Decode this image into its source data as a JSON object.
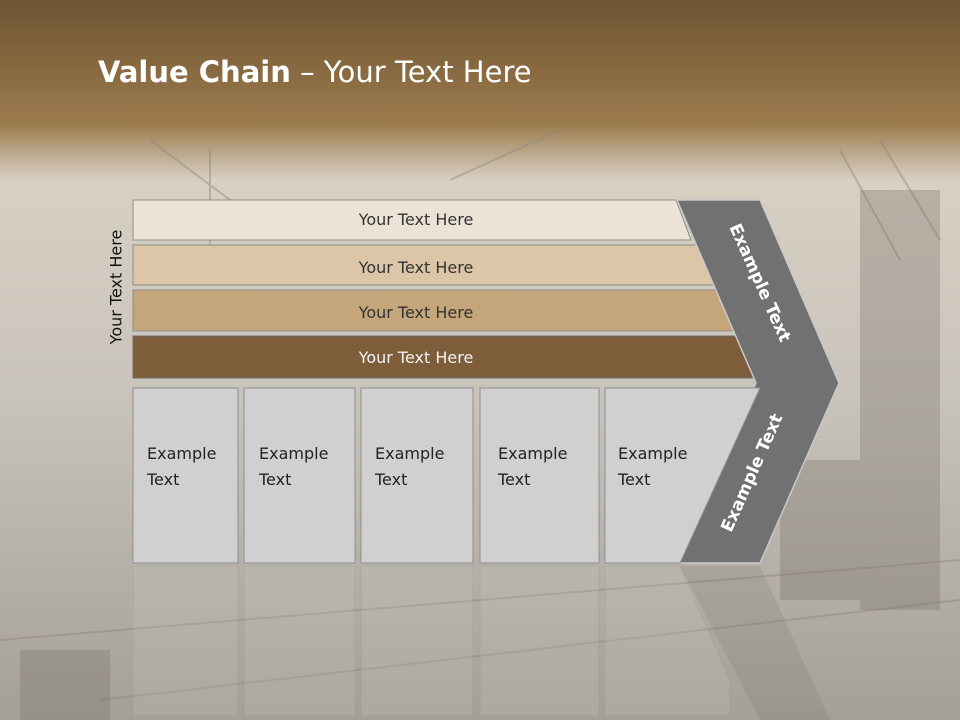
{
  "slide": {
    "title_bold": "Value Chain",
    "title_rest": " – Your Text Here",
    "side_label": "Your Text Here"
  },
  "rows": [
    {
      "label": "Your Text Here",
      "color": "#ece3d6"
    },
    {
      "label": "Your Text Here",
      "color": "#dcc6a7"
    },
    {
      "label": "Your Text Here",
      "color": "#c4a67a"
    },
    {
      "label": "Your Text Here",
      "color": "#7e5e3a"
    }
  ],
  "columns": [
    {
      "line1": "Example",
      "line2": "Text"
    },
    {
      "line1": "Example",
      "line2": "Text"
    },
    {
      "line1": "Example",
      "line2": "Text"
    },
    {
      "line1": "Example",
      "line2": "Text"
    },
    {
      "line1": "Example",
      "line2": "Text"
    }
  ],
  "chevron": {
    "top_label": "Example Text",
    "bottom_label": "Example Text",
    "color": "#717171"
  },
  "colors": {
    "header_band": "#8a6a40",
    "box_fill": "#d0d0d0"
  }
}
